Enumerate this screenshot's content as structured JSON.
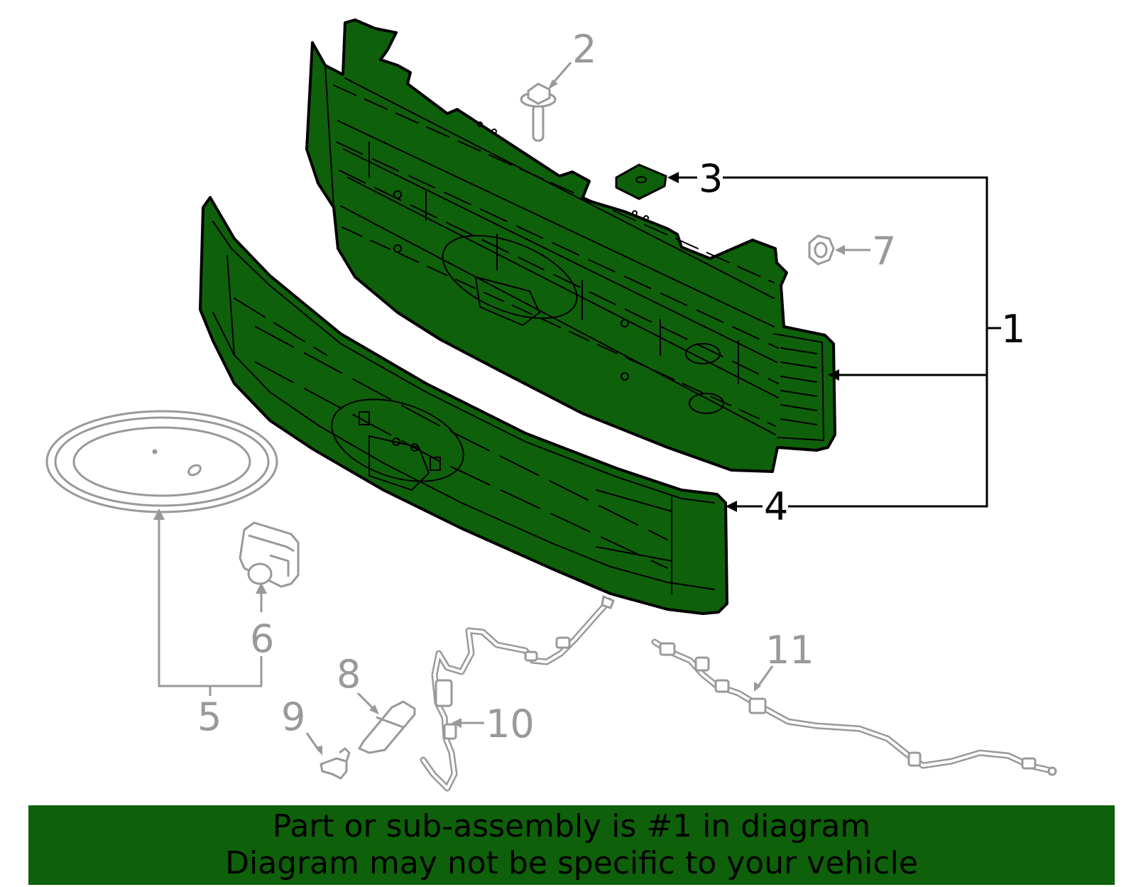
{
  "colors": {
    "highlight_fill": "#0f600a",
    "outline": "#000000",
    "inactive_part": "#999999",
    "banner_bg": "#0f600a",
    "banner_text": "#000000"
  },
  "callouts": {
    "c1": "1",
    "c2": "2",
    "c3": "3",
    "c4": "4",
    "c5": "5",
    "c6": "6",
    "c7": "7",
    "c8": "8",
    "c9": "9",
    "c10": "10",
    "c11": "11"
  },
  "banner": {
    "line1": "Part or sub-assembly is #1 in diagram",
    "line2": "Diagram may not be specific to your vehicle"
  }
}
